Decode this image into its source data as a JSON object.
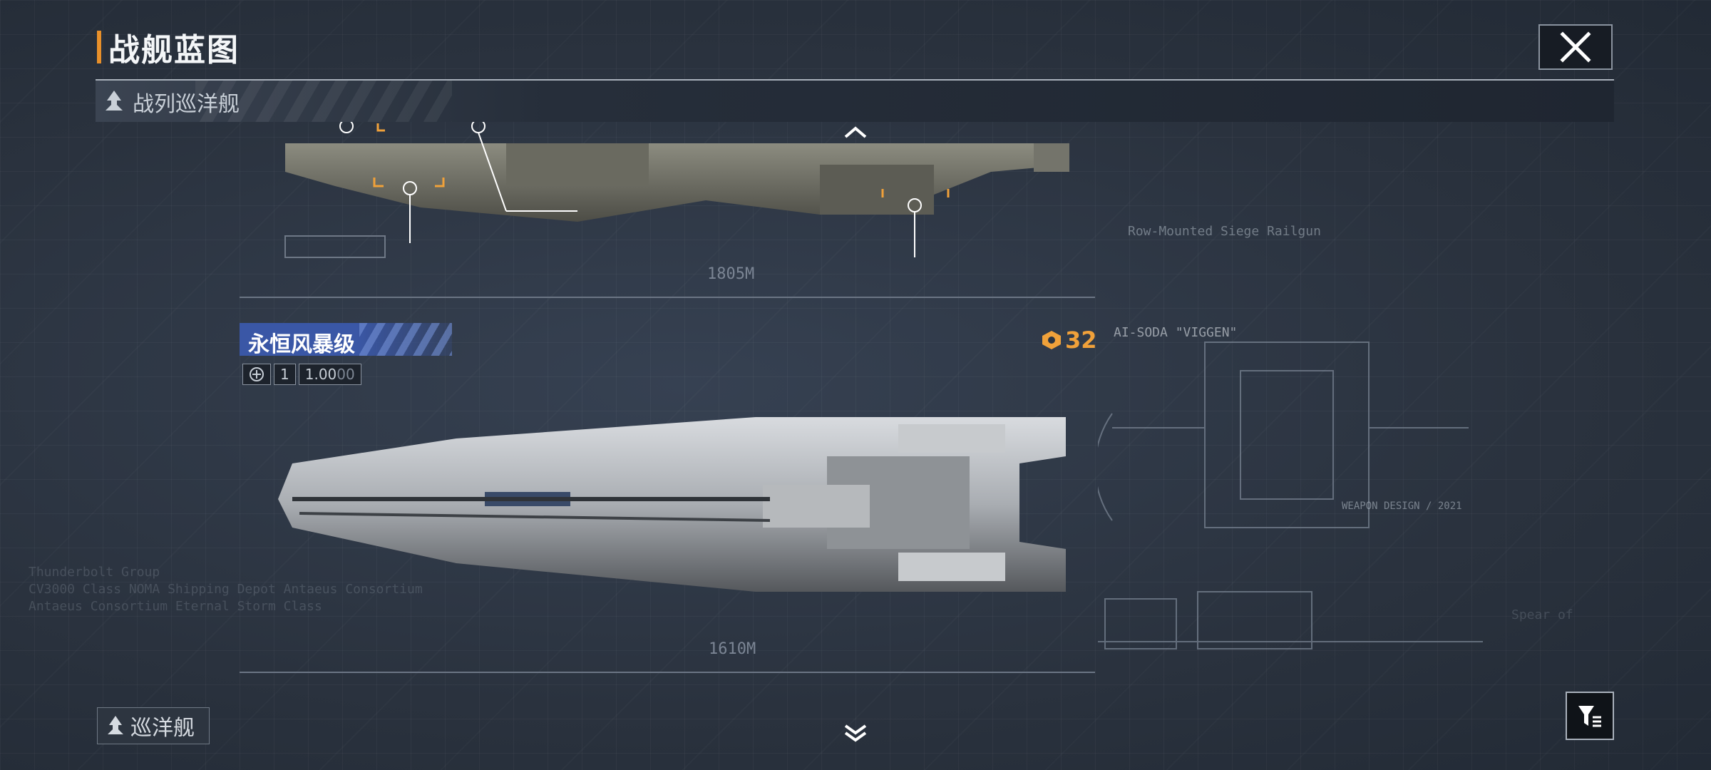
{
  "header": {
    "title": "战舰蓝图",
    "close_icon": "close-icon"
  },
  "category_bar": {
    "label": "战列巡洋舰",
    "icon": "cruiser-class-icon"
  },
  "upper_ship": {
    "length_label": "1805M",
    "weapon_label": "Row-Mounted Siege Railgun"
  },
  "selected_ship": {
    "name": "永恒风暴级",
    "level": "1",
    "value": "1.00",
    "value_suffix": "00",
    "score": "32",
    "length_label": "1610M",
    "spec_label": "AI-SODA \"VIGGEN\"",
    "design_label": "WEAPON DESIGN / 2021"
  },
  "background_text": [
    "Thunderbolt Group",
    "CV3000 Class NOMA Shipping Depot Antaeus Consortium",
    "Antaeus Consortium Eternal Storm Class",
    "Spear of"
  ],
  "bottom": {
    "class_label": "巡洋舰",
    "filter_icon": "filter-icon"
  },
  "colors": {
    "accent_orange": "#e8902a",
    "tag_blue": "#3a57a6",
    "score_gold": "#f0a13a"
  }
}
